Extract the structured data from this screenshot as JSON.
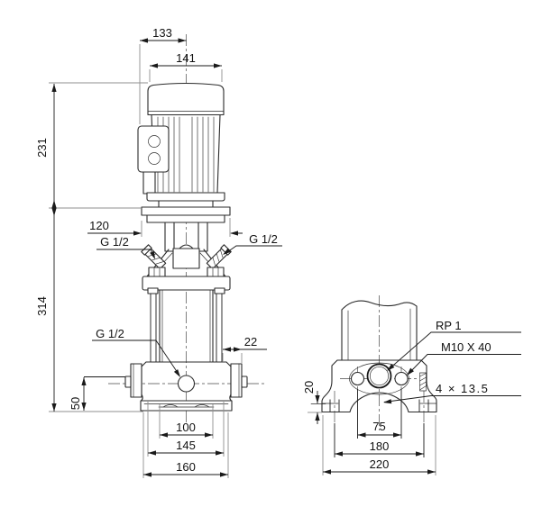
{
  "front_view": {
    "dim_top_width": "133",
    "dim_fan_cover_width": "141",
    "dim_motor_height": "231",
    "dim_pump_height": "314",
    "dim_coupling_width": "120",
    "label_vent_left": "G 1/2",
    "label_vent_right": "G 1/2",
    "label_drain": "G 1/2",
    "dim_port_depth": "22",
    "dim_port_height": "50",
    "dim_base_width_inner": "100",
    "dim_base_width_mid": "145",
    "dim_base_width_outer": "160"
  },
  "side_view": {
    "label_port_thread": "RP 1",
    "label_bolt": "M10 X 40",
    "label_foot_holes": "4 × 13.5",
    "dim_foot_height": "20",
    "dim_port_bolt_spacing": "75",
    "dim_foot_hole_spacing": "180",
    "dim_base_width": "220"
  }
}
